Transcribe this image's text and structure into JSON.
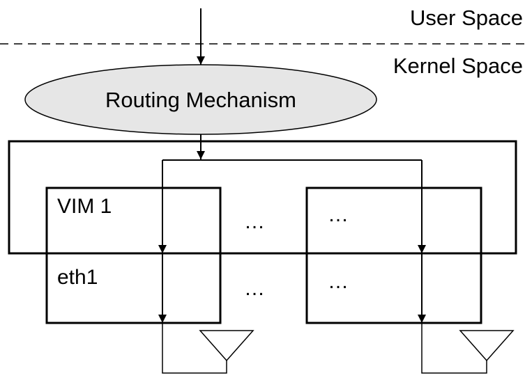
{
  "labels": {
    "user_space": "User Space",
    "kernel_space": "Kernel Space",
    "routing_mechanism": "Routing Mechanism",
    "vim_1": "VIM 1",
    "eth1": "eth1",
    "ellipsis": "…"
  },
  "colors": {
    "stroke": "#000000",
    "ellipse_fill": "#e6e6e6",
    "background": "#ffffff"
  },
  "icons": {
    "antenna": "antenna-icon"
  }
}
